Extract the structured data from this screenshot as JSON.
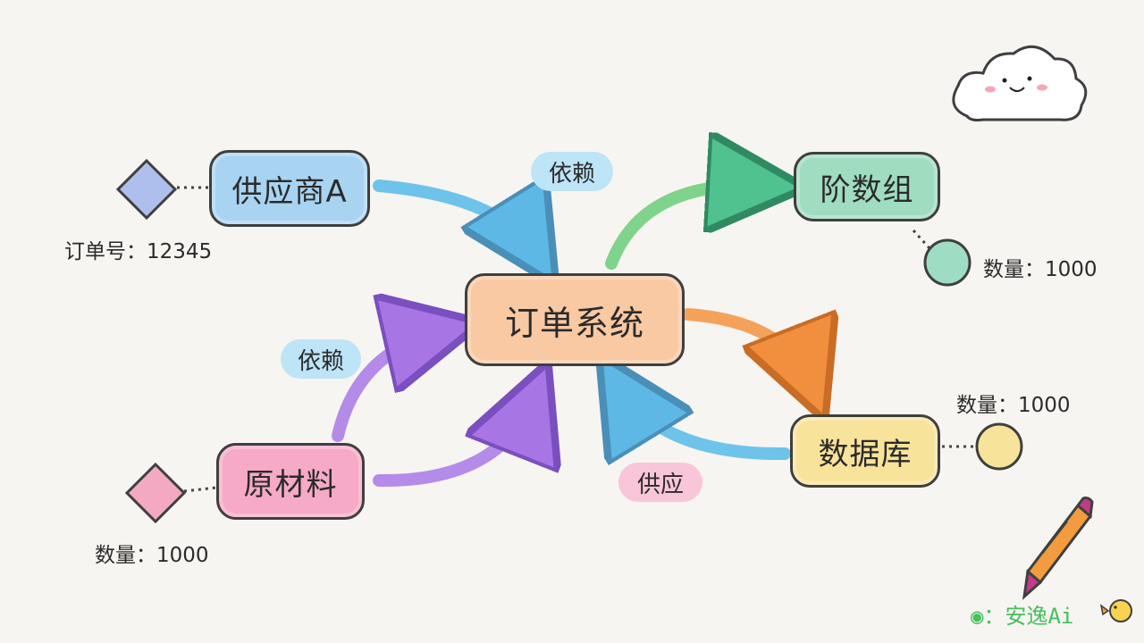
{
  "nodes": {
    "center": "订单系统",
    "supplier": "供应商A",
    "materials": "原材料",
    "topright": "阶数组",
    "database": "数据库"
  },
  "relations": {
    "top": "依赖",
    "left": "依赖",
    "bottom": "供应"
  },
  "annotations": {
    "order_no": "订单号：12345",
    "qty_topright": "数量：1000",
    "qty_database": "数量：1000",
    "qty_materials": "数量：1000"
  },
  "watermark": "：安逸Ai",
  "colors": {
    "blue": "#a8d4f2",
    "green": "#9fdcc0",
    "orange": "#f9c9a3",
    "pink": "#f6aac7",
    "yellow": "#f8e39a",
    "purple": "#b48be8",
    "arrow_blue": "#6ec3ea",
    "arrow_green": "#7fd38a",
    "arrow_orange": "#f4a25a"
  }
}
